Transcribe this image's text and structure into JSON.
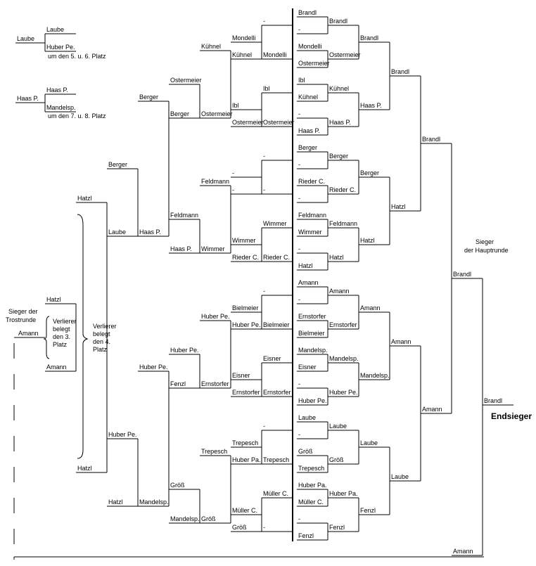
{
  "placement": {
    "p5_top": "Laube",
    "p5_entry": "Laube",
    "p5_bottom": "Huber Pe.",
    "p5_caption": "um den 5. u. 6. Platz",
    "p7_top": "Haas P.",
    "p7_entry": "Haas P.",
    "p7_bottom": "Mandelsp.",
    "p7_caption": "um den 7. u. 8. Platz"
  },
  "left_side": {
    "r1": [
      "-",
      "Mondelli",
      "Ibl",
      "Ostermeier",
      "-",
      "-",
      "Wimmer",
      "Rieder C.",
      "-",
      "Bielmeier",
      "Eisner",
      "Ernstorfer",
      "-",
      "Trepesch",
      "Müller C.",
      "-"
    ],
    "r1_opp": [
      "Mondelli",
      "Kühnel",
      "Ibl",
      "Ostermeier",
      "-",
      "-",
      "Wimmer",
      "Rieder C.",
      "Bielmeier",
      "Huber Pe.",
      "Eisner",
      "Ernstorfer",
      "Trepesch",
      "Huber Pa.",
      "Müller C.",
      "Größ"
    ],
    "r2": [
      "Kühnel",
      "Ostermeier",
      "Feldmann",
      "Wimmer",
      "Huber Pe.",
      "Ernstorfer",
      "Trepesch",
      "Größ"
    ],
    "r3": [
      "Ostermeier",
      "Berger",
      "Feldmann",
      "Haas P.",
      "Huber Pe.",
      "Fenzl",
      "Größ",
      "Mandelsp."
    ],
    "r4": [
      "Berger",
      "Haas P.",
      "Huber Pe.",
      "Mandelsp."
    ],
    "r5": [
      "Berger",
      "Laube",
      "Huber Pe.",
      "Hatzl"
    ],
    "r6": [
      "Hatzl",
      "Hatzl"
    ],
    "semi_top": "Hatzl",
    "semi_bottom": "Amann",
    "losers_note": "Verlierer belegt den 3. Platz",
    "losers_note_4": "Verlierer belegt den 4. Platz",
    "consolation_winner_label": "Sieger der Trostrunde",
    "consolation_winner": "Amann"
  },
  "right_side": {
    "r1": [
      "Brandl",
      "-",
      "Mondelli",
      "Ostermeier",
      "Ibl",
      "Kühnel",
      "-",
      "Haas P.",
      "Berger",
      "-",
      "Rieder C.",
      "-",
      "Feldmann",
      "Wimmer",
      "-",
      "Hatzl",
      "Amann",
      "-",
      "Ernstorfer",
      "Bielmeier",
      "Mandelsp.",
      "Eisner",
      "-",
      "Huber Pe.",
      "Laube",
      "-",
      "Größ",
      "Trepesch",
      "Huber Pa.",
      "Müller C.",
      "-",
      "Fenzl"
    ],
    "r2": [
      "Brandl",
      "Ostermeier",
      "Kühnel",
      "Haas P.",
      "Berger",
      "Rieder C.",
      "Feldmann",
      "Hatzl",
      "Amann",
      "Ernstorfer",
      "Mandelsp.",
      "Huber Pe.",
      "Laube",
      "Größ",
      "Huber Pa.",
      "Fenzl"
    ],
    "r3": [
      "Brandl",
      "Haas P.",
      "Berger",
      "Hatzl",
      "Amann",
      "Mandelsp.",
      "Laube",
      "Fenzl"
    ],
    "r4": [
      "Brandl",
      "Hatzl",
      "Amann",
      "Laube"
    ],
    "r5": [
      "Brandl",
      "Amann"
    ],
    "r6": "Brandl",
    "main_winner_label": "Sieger der Hauptrunde",
    "final_winner": "Brandl",
    "final_label": "Endsieger",
    "final_opponent": "Amann"
  }
}
